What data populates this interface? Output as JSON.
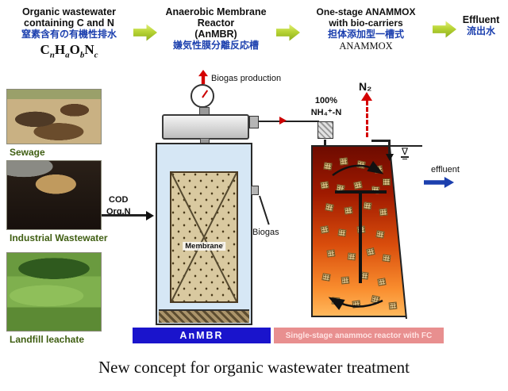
{
  "flow": {
    "step1": {
      "l1": "Organic wastewater",
      "l2": "containing C and N",
      "jp": "窒素含有の有機性排水"
    },
    "formula": {
      "c1": "C",
      "s1": "n",
      "c2": "H",
      "s2": "a",
      "c3": "O",
      "s3": "b",
      "c4": "N",
      "s4": "c"
    },
    "step2": {
      "l1": "Anaerobic Membrane",
      "l2": "Reactor",
      "l3": "(AnMBR)",
      "jp": "嫌気性膜分離反応槽"
    },
    "step3": {
      "l1": "One-stage ANAMMOX",
      "l2": "with bio-carriers",
      "jp": "担体添加型一槽式",
      "l3": "ANAMMOX"
    },
    "step4": {
      "l1": "Effluent",
      "jp": "流出水"
    }
  },
  "photos": {
    "sewage": "Sewage",
    "industrial": "Industrial Wastewater",
    "landfill": "Landfill leachate"
  },
  "anmbr": {
    "biogas_production": "Biogas production",
    "cod": "COD",
    "orgn": "Org.N",
    "membrane": "Membrane",
    "biogas": "Biogas",
    "banner": "AnMBR"
  },
  "anammox": {
    "pct": "100%",
    "nh4": "NH₄⁺-N",
    "n2": "N₂",
    "effluent": "effluent",
    "banner": "Single-stage anammoc reactor with FC"
  },
  "icons": {
    "water_level": "∇"
  },
  "caption": "New concept for organic wastewater treatment",
  "colors": {
    "arrow_green": "#b8d435",
    "jp_blue": "#1b3fae",
    "photo_label_green": "#3f5e12",
    "banner_blue": "#1a14cc",
    "banner_pink": "#e88f8f",
    "biogas_red": "#d40000",
    "effluent_blue": "#1b3fae"
  }
}
